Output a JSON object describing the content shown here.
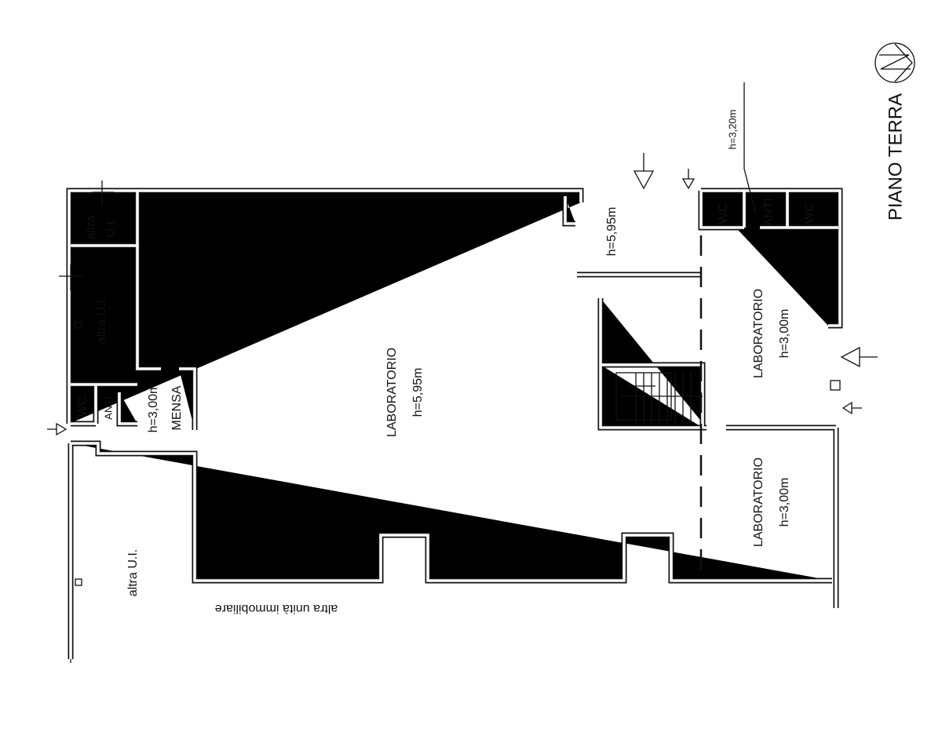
{
  "title": "PIANO TERRA",
  "north_symbol": "N",
  "rooms": {
    "lab_main": {
      "name": "LABORATORIO",
      "height": "h=5,95m"
    },
    "lab_right_top": {
      "name": "LABORATORIO",
      "height": "h=3,00m"
    },
    "lab_right_bottom": {
      "name": "LABORATORIO",
      "height": "h=3,00m"
    },
    "mensa": {
      "name": "MENSA",
      "height": "h=3,00m"
    },
    "wc_left": "WC",
    "anti_left": "ANTI",
    "wc_right_1": "WC",
    "anti_right": "ANTI",
    "wc_right_2": "WC",
    "altra_small_1": "altra",
    "altra_small_2": "U.I.",
    "altra_mid": "altra U.I.",
    "altra_bottom": "altra U.I."
  },
  "annotations": {
    "height_entrance": "h=5,95m",
    "height_wc": "h=3,20m",
    "neighbor": "altra unità immobiliare"
  }
}
